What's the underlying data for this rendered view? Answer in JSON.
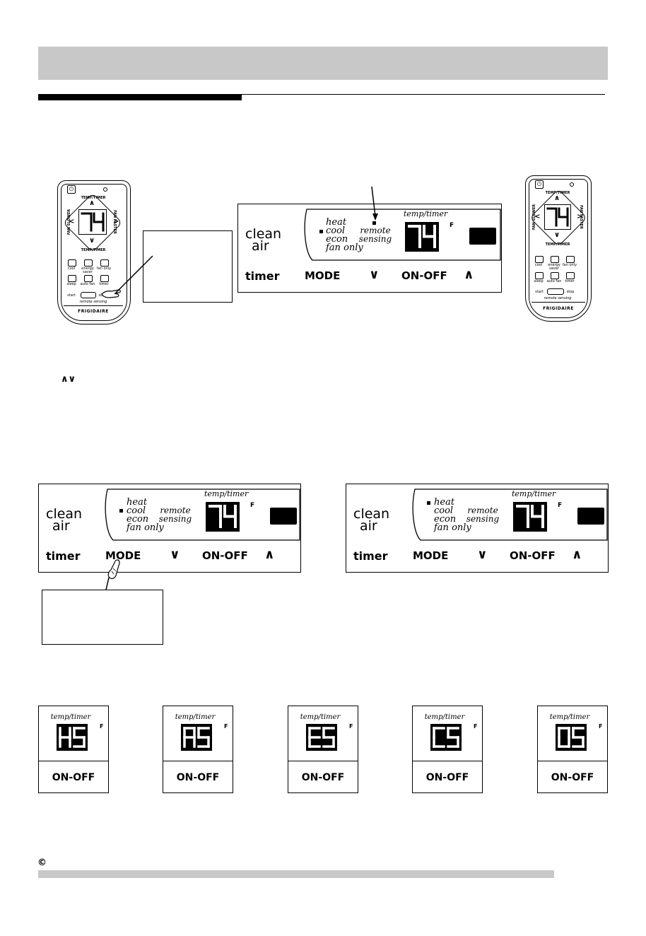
{
  "copyright_symbol": "©",
  "arrows_glyph": "∧∨",
  "remote_left": {
    "display": "74",
    "temp_timer_top": "TEMP/TIMER",
    "temp_timer_bottom": "TEMP/TIMER",
    "fan_slower": "FAN SLOWER",
    "fan_faster": "FAN FASTER",
    "buttons": [
      "cool",
      "energy saver",
      "fan only",
      "sleep",
      "auto fan",
      "timer"
    ],
    "start": "start",
    "stop": "stop",
    "remote_sensing": "remote sensing",
    "brand": "FRIGIDAIRE"
  },
  "remote_right": {
    "display": "74",
    "temp_timer_top": "TEMP/TIMER",
    "temp_timer_bottom": "TEMP/TIMER",
    "fan_slower": "FAN SLOWER",
    "fan_faster": "FAN FASTER",
    "buttons": [
      "cool",
      "energy saver",
      "fan only",
      "sleep",
      "auto fan",
      "timer"
    ],
    "start": "start",
    "stop": "stop",
    "remote_sensing": "remote sensing",
    "brand": "FRIGIDAIRE"
  },
  "panel": {
    "clean": "clean",
    "air": "air",
    "modes": [
      "heat",
      "cool",
      "econ",
      "fan only"
    ],
    "remote_line1": "remote",
    "remote_line2": "sensing",
    "temp_timer": "temp/timer",
    "display": "74",
    "unit": "F",
    "timer": "timer",
    "mode": "MODE",
    "down": "∨",
    "on_off": "ON-OFF",
    "up": "∧"
  },
  "mini_displays": [
    {
      "code": "HS",
      "label": "ON-OFF",
      "temp_timer": "temp/timer",
      "unit": "F"
    },
    {
      "code": "AS",
      "label": "ON-OFF",
      "temp_timer": "temp/timer",
      "unit": "F"
    },
    {
      "code": "ES",
      "label": "ON-OFF",
      "temp_timer": "temp/timer",
      "unit": "F"
    },
    {
      "code": "CS",
      "label": "ON-OFF",
      "temp_timer": "temp/timer",
      "unit": "F"
    },
    {
      "code": "OS",
      "label": "ON-OFF",
      "temp_timer": "temp/timer",
      "unit": "F"
    }
  ]
}
